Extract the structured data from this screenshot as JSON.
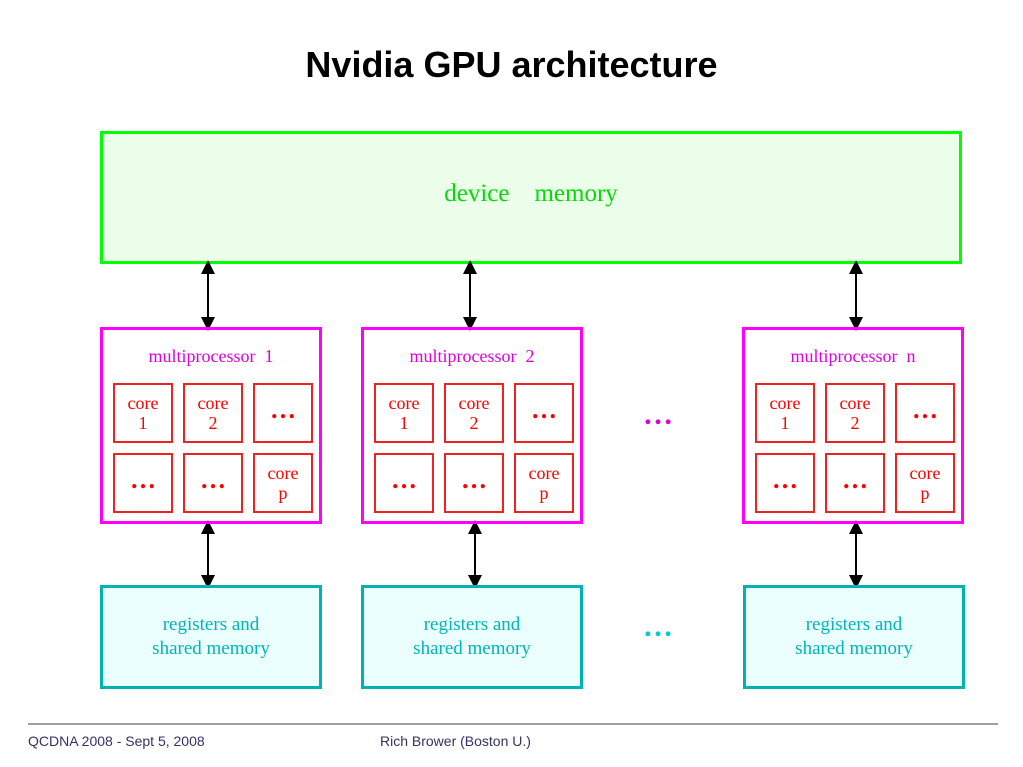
{
  "title": "Nvidia GPU architecture",
  "device_memory": {
    "label": "device    memory"
  },
  "multiprocessors": [
    {
      "label": "multiprocessor  1",
      "cores": [
        {
          "line1": "core",
          "line2": "1"
        },
        {
          "line1": "core",
          "line2": "2"
        },
        {
          "line1": "…",
          "line2": ""
        },
        {
          "line1": "…",
          "line2": ""
        },
        {
          "line1": "…",
          "line2": ""
        },
        {
          "line1": "core",
          "line2": "p"
        }
      ],
      "registers": {
        "line1": "registers and",
        "line2": "shared memory"
      }
    },
    {
      "label": "multiprocessor  2",
      "cores": [
        {
          "line1": "core",
          "line2": "1"
        },
        {
          "line1": "core",
          "line2": "2"
        },
        {
          "line1": "…",
          "line2": ""
        },
        {
          "line1": "…",
          "line2": ""
        },
        {
          "line1": "…",
          "line2": ""
        },
        {
          "line1": "core",
          "line2": "p"
        }
      ],
      "registers": {
        "line1": "registers and",
        "line2": "shared memory"
      }
    },
    {
      "label": "multiprocessor  n",
      "cores": [
        {
          "line1": "core",
          "line2": "1"
        },
        {
          "line1": "core",
          "line2": "2"
        },
        {
          "line1": "…",
          "line2": ""
        },
        {
          "line1": "…",
          "line2": ""
        },
        {
          "line1": "…",
          "line2": ""
        },
        {
          "line1": "core",
          "line2": "p"
        }
      ],
      "registers": {
        "line1": "registers and",
        "line2": "shared memory"
      }
    }
  ],
  "ellipsis": {
    "multiprocessors": "…",
    "registers": "…"
  },
  "footer": {
    "left": "QCDNA 2008 -  Sept 5, 2008",
    "center": "Rich Brower (Boston U.)"
  },
  "colors": {
    "device_border": "#00ff00",
    "multiprocessor_border": "#ff00ff",
    "core_color": "#ff0000",
    "registers_border": "#00b3b3",
    "ellipsis_mp": "#dd00dd",
    "ellipsis_regs": "#00cccc"
  }
}
